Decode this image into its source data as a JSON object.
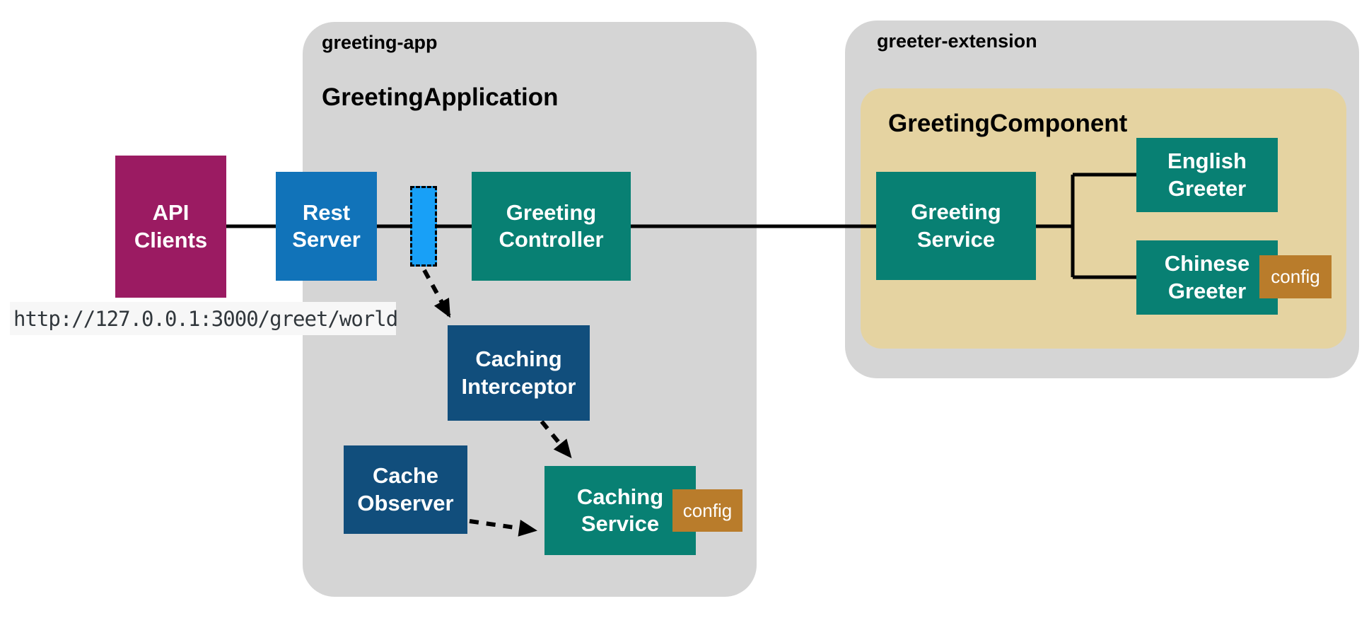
{
  "diagram": {
    "containers": {
      "greeting_app": {
        "package_label": "greeting-app",
        "application_title": "GreetingApplication"
      },
      "greeter_extension": {
        "package_label": "greeter-extension"
      },
      "greeting_component": {
        "component_title": "GreetingComponent"
      }
    },
    "nodes": {
      "api_clients": {
        "label": "API\nClients",
        "color": "#9B1B62"
      },
      "rest_server": {
        "label": "Rest\nServer",
        "color": "#1173B9"
      },
      "interceptor_slot": {
        "color": "#18A0F7"
      },
      "greeting_controller": {
        "label": "Greeting\nController",
        "color": "#088073"
      },
      "caching_interceptor": {
        "label": "Caching\nInterceptor",
        "color": "#114E7C"
      },
      "cache_observer": {
        "label": "Cache\nObserver",
        "color": "#114E7C"
      },
      "caching_service": {
        "label": "Caching\nService",
        "color": "#088073",
        "badge": "config"
      },
      "greeting_service": {
        "label": "Greeting\nService",
        "color": "#088073"
      },
      "english_greeter": {
        "label": "English\nGreeter",
        "color": "#088073"
      },
      "chinese_greeter": {
        "label": "Chinese\nGreeter",
        "color": "#088073",
        "badge": "config"
      }
    },
    "badges": {
      "config_color": "#B97C2B"
    },
    "annotations": {
      "request_url": "http://127.0.0.1:3000/greet/world"
    },
    "colors": {
      "container_gray": "#D5D5D5",
      "component_tan": "#E5D3A1",
      "wire_black": "#000000",
      "url_background": "#F7F7F7",
      "url_text": "#31373C"
    }
  }
}
